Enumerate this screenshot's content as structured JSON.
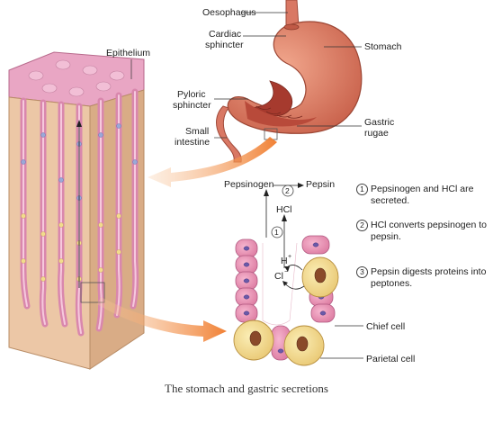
{
  "labels": {
    "oesophagus": "Oesophagus",
    "cardiac_sphincter_1": "Cardiac",
    "cardiac_sphincter_2": "sphincter",
    "stomach": "Stomach",
    "epithelium": "Epithelium",
    "pyloric_sphincter_1": "Pyloric",
    "pyloric_sphincter_2": "sphincter",
    "small_intestine_1": "Small",
    "small_intestine_2": "intestine",
    "gastric_rugae_1": "Gastric",
    "gastric_rugae_2": "rugae",
    "pepsinogen": "Pepsinogen",
    "pepsin": "Pepsin",
    "hcl": "HCl",
    "h_plus": "H",
    "h_sup": "+",
    "cl_minus": "Cl",
    "cl_sup": "−",
    "chief_cell": "Chief cell",
    "parietal_cell": "Parietal cell",
    "marker_1": "1",
    "marker_2": "2"
  },
  "steps": [
    {
      "num": "1",
      "text": "Pepsinogen and HCl are secreted."
    },
    {
      "num": "2",
      "text": "HCl converts pepsinogen to pepsin."
    },
    {
      "num": "3",
      "text": "Pepsin digests proteins into peptones."
    }
  ],
  "caption": "The stomach and gastric secretions",
  "colors": {
    "stomach_outer": "#e0826a",
    "stomach_inner": "#a63a2e",
    "tissue_pink": "#e9a6c4",
    "tissue_block": "#ecc7a6",
    "chief_cell": "#e67fa3",
    "parietal_cell": "#f2dc8c",
    "arrow_orange": "#f07a2a"
  }
}
